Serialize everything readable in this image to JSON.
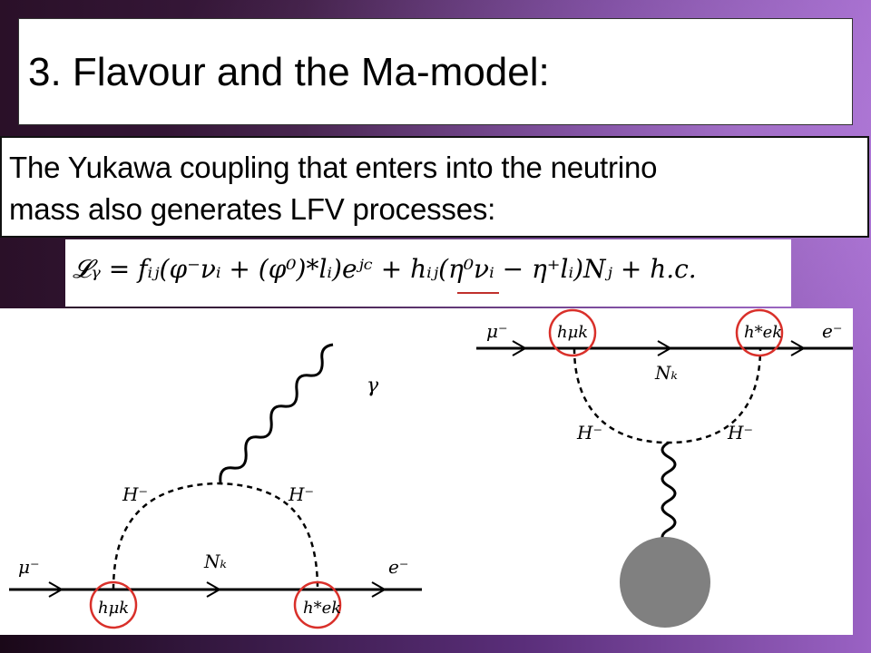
{
  "slide": {
    "title": "3. Flavour and the Ma-model:",
    "body_lines": [
      "The Yukawa coupling that enters into the neutrino",
      "mass also generates LFV processes:"
    ],
    "formula": "𝓛ᵧ = fᵢⱼ(φ⁻νᵢ + (φ⁰)*lᵢ)eʲᶜ + hᵢⱼ(η⁰νᵢ − η⁺lᵢ)Nⱼ + h.c."
  },
  "diagram_left": {
    "photon_label": "γ",
    "scalar_left": "H⁻",
    "scalar_right": "H⁻",
    "fermion_in": "μ⁻",
    "fermion_internal": "Nₖ",
    "fermion_out": "e⁻",
    "vertex_left": "hμk",
    "vertex_right": "h*ek"
  },
  "diagram_right": {
    "fermion_in": "μ⁻",
    "fermion_internal": "Nₖ",
    "fermion_out": "e⁻",
    "vertex_left": "hμk",
    "vertex_right": "h*ek",
    "scalar_left": "H⁻",
    "scalar_right": "H⁻"
  },
  "colors": {
    "highlight_circle": "#d9302a",
    "blob": "#808080"
  }
}
